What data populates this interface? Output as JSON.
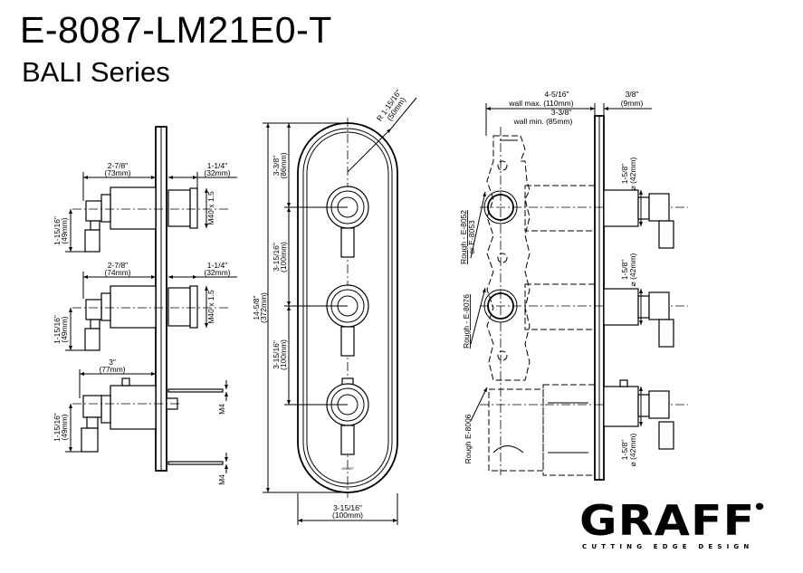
{
  "header": {
    "model": "E-8087-LM21E0-T",
    "series": "BALI Series"
  },
  "side_view": {
    "valve1": {
      "depth_in": "2-7/8\"",
      "depth_mm": "(73mm)",
      "proj_in": "1-1/4\"",
      "proj_mm": "(32mm)",
      "thread": "M40 x 1.5",
      "offset_in": "1-15/16\"",
      "offset_mm": "(49mm)"
    },
    "valve2": {
      "depth_in": "2-7/8\"",
      "depth_mm": "(74mm)",
      "proj_in": "1-1/4\"",
      "proj_mm": "(32mm)",
      "thread": "M40 x 1.5",
      "offset_in": "1-15/16\"",
      "offset_mm": "(49mm)"
    },
    "valve3": {
      "depth_in": "3\"",
      "depth_mm": "(77mm)",
      "screw_top": "M4",
      "screw_bottom": "M4",
      "offset_in": "1-15/16\"",
      "offset_mm": "(49mm)"
    }
  },
  "front_view": {
    "height_in": "14-5/8\"",
    "height_mm": "(372mm)",
    "top_in": "3-3/8\"",
    "top_mm": "(86mm)",
    "spacing1_in": "3-15/16\"",
    "spacing1_mm": "(100mm)",
    "spacing2_in": "3-15/16\"",
    "spacing2_mm": "(100mm)",
    "radius_in": "R 1-15/16\"",
    "radius_mm": "(50mm)",
    "width_in": "3-15/16\"",
    "width_mm": "(100mm)",
    "plate_mark": "GRAFF"
  },
  "rough_view": {
    "wall_max_in": "4-5/16\"",
    "wall_max": "wall max. (110mm)",
    "wall_min_in": "3-3/8\"",
    "wall_min": "wall min. (85mm)",
    "plate_in": "3/8\"",
    "plate_mm": "(9mm)",
    "dia1_in": "1-5/8\"",
    "dia1_mm": "⌀ (42mm)",
    "dia2_in": "1-5/8\"",
    "dia2_mm": "⌀ (42mm)",
    "dia3_in": "1-5/8\"",
    "dia3_mm": "⌀ (42mm)",
    "rough1": "Rough - E-8052",
    "rough1b": "or E-8053",
    "rough2": "Rough - E-8076",
    "rough3": "Rough E-8006"
  },
  "brand": {
    "name": "GRAFF",
    "tagline": "CUTTING EDGE DESIGN"
  }
}
